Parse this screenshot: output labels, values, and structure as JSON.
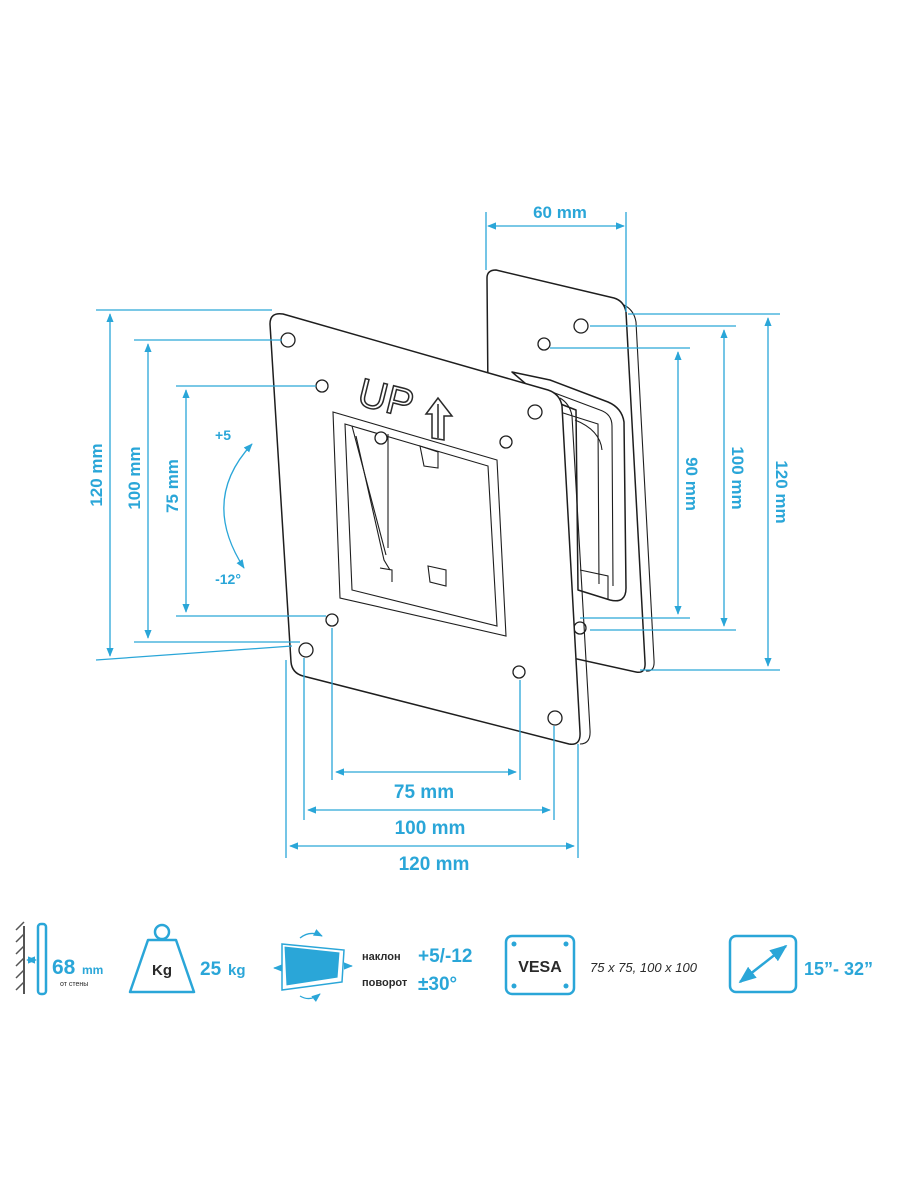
{
  "dimensions": {
    "top_depth": "60 mm",
    "left_outer": "120 mm",
    "left_mid": "100 mm",
    "left_inner": "75 mm",
    "right_inner": "90 mm",
    "right_mid": "100 mm",
    "right_outer": "120 mm",
    "bottom_inner": "75 mm",
    "bottom_mid": "100 mm",
    "bottom_outer": "120 mm",
    "tilt_plus": "+5",
    "tilt_minus": "-12°"
  },
  "plate_label": "UP",
  "specs": {
    "wall_distance_value": "68",
    "wall_distance_unit": "mm",
    "wall_distance_caption": "от стены",
    "weight_icon_label": "Kg",
    "weight_value": "25",
    "weight_unit": "kg",
    "tilt_label": "наклон",
    "tilt_value": "+5/-12",
    "swivel_label": "поворот",
    "swivel_value": "±30°",
    "vesa_icon_label": "VESA",
    "vesa_values": "75 x 75, 100 x 100",
    "screen_size": "15”- 32”"
  },
  "colors": {
    "accent": "#2aa6d8",
    "line": "#1e1e1e"
  }
}
